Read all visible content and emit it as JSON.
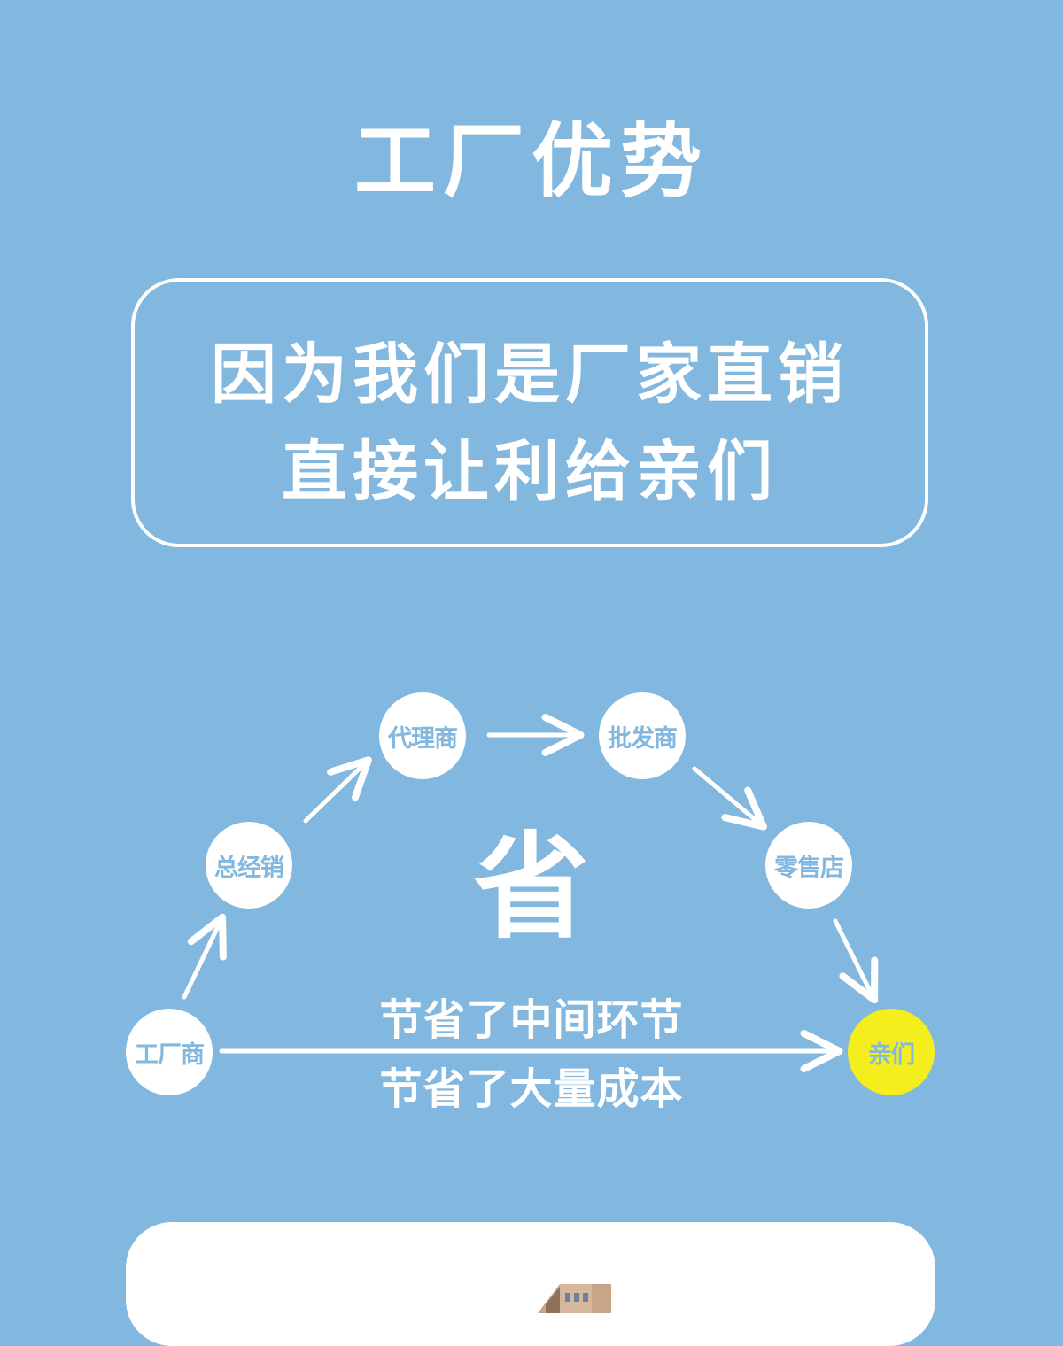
{
  "title": "工厂优势",
  "slogan": {
    "line1": "因为我们是厂家直销",
    "line2": "直接让利给亲们"
  },
  "flow": {
    "nodes": {
      "factory": "工厂商",
      "general_distributor": "总经销",
      "agent": "代理商",
      "wholesaler": "批发商",
      "retailer": "零售店",
      "customers": "亲们"
    },
    "center_char": "省",
    "savings": [
      "节省了中间环节",
      "节省了大量成本"
    ]
  },
  "colors": {
    "background": "#82b8df",
    "node_fill": "#ffffff",
    "node_text": "#82b8df",
    "highlight": "#f4ee1c"
  }
}
